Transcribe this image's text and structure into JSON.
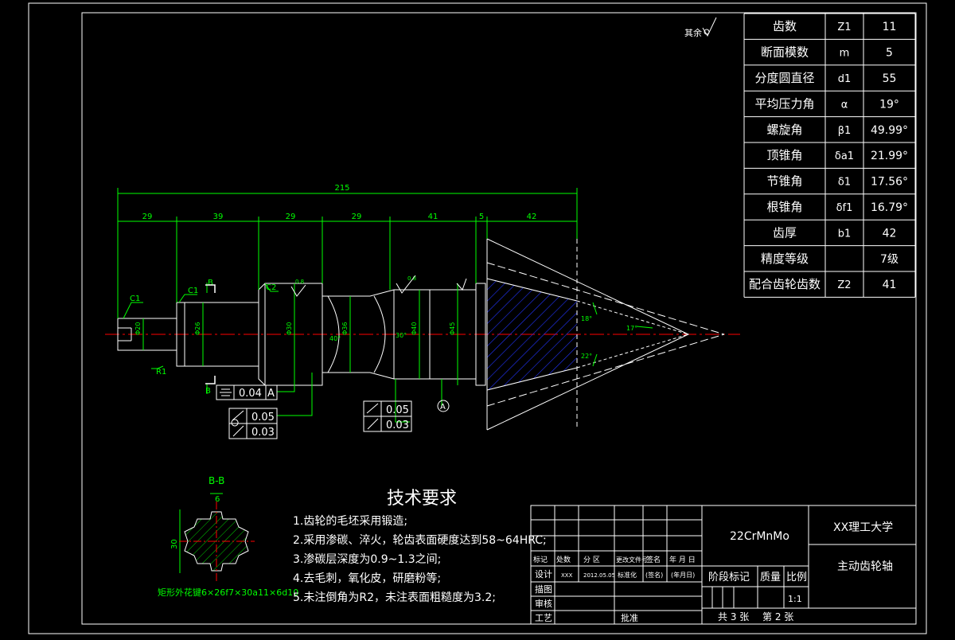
{
  "params": {
    "rows": [
      {
        "name": "齿数",
        "symbol": "Z1",
        "value": "11"
      },
      {
        "name": "断面模数",
        "symbol": "m",
        "value": "5"
      },
      {
        "name": "分度圆直径",
        "symbol": "d1",
        "value": "55"
      },
      {
        "name": "平均压力角",
        "symbol": "α",
        "value": "19°"
      },
      {
        "name": "螺旋角",
        "symbol": "β1",
        "value": "49.99°"
      },
      {
        "name": "顶锥角",
        "symbol": "δa1",
        "value": "21.99°"
      },
      {
        "name": "节锥角",
        "symbol": "δ1",
        "value": "17.56°"
      },
      {
        "name": "根锥角",
        "symbol": "δf1",
        "value": "16.79°"
      },
      {
        "name": "齿厚",
        "symbol": "b1",
        "value": "42"
      },
      {
        "name": "精度等级",
        "symbol": "",
        "value": "7级"
      },
      {
        "name": "配合齿轮齿数",
        "symbol": "Z2",
        "value": "41"
      }
    ]
  },
  "surface_note": "其余",
  "dimensions": {
    "total_length": "215",
    "segments": [
      "29",
      "39",
      "29",
      "29",
      "41",
      "5",
      "42"
    ]
  },
  "labels": {
    "c1": "C1",
    "c2": "C2",
    "r1": "R1",
    "b_mark": "B",
    "dia1": "Φ20",
    "dia2": "Φ26",
    "dia3": "Φ30",
    "dia4": "Φ36",
    "dia5": "Φ40",
    "dia6": "Φ45",
    "ang1": "40°",
    "ang2": "30°",
    "ang3": "18°",
    "ang4": "22°",
    "ang5": "17°",
    "rough": "0.8"
  },
  "tolerances": {
    "sym": {
      "value": "0.04",
      "datum": "A"
    },
    "fcf1": [
      "0.05",
      "0.03"
    ],
    "fcf2": [
      "0.05",
      "0.03"
    ],
    "datum_a": "A"
  },
  "section": {
    "title": "B-B",
    "width_dim": "6",
    "height_dim": "30",
    "caption": "矩形外花键6×26f7×30a11×6d10"
  },
  "tech": {
    "title": "技术要求",
    "items": [
      "1.齿轮的毛坯采用锻造;",
      "2.采用渗碳、淬火，轮齿表面硬度达到58~64HRC;",
      "3.渗碳层深度为0.9~1.3之间;",
      "4.去毛刺，氧化皮，研磨粉等;",
      "5.未注倒角为R2，未注表面粗糙度为3.2;"
    ]
  },
  "titleblock": {
    "material": "22CrMnMo",
    "school": "XX理工大学",
    "part_name": "主动齿轮轴",
    "hdr": [
      "标记",
      "处数",
      "分 区",
      "更改文件号",
      "签名",
      "年 月 日"
    ],
    "design_row": [
      "设计",
      "XXX",
      "2012.05.05",
      "标准化",
      "(签名)",
      "(年月日)"
    ],
    "rows_left": [
      "描图",
      "审核",
      "工艺"
    ],
    "approve": "批准",
    "stage": "阶段标记",
    "mass": "质量",
    "scale": "比例",
    "scale_value": "1:1",
    "sheets_total": "共 3 张",
    "sheet_no": "第 2 张"
  }
}
